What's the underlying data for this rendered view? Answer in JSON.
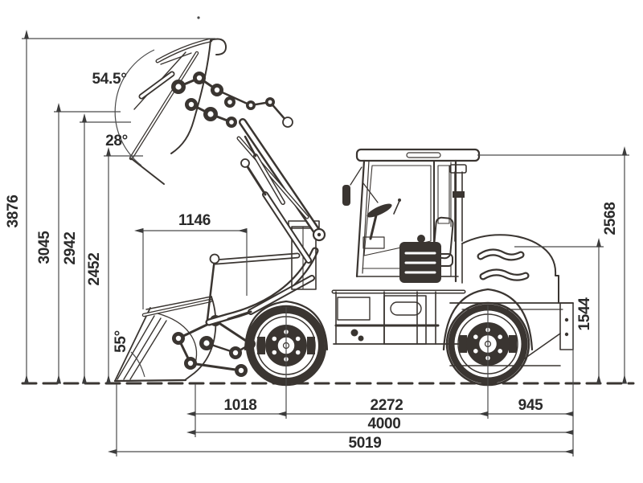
{
  "dims": {
    "left": [
      "3876",
      "3045",
      "2942",
      "2452"
    ],
    "right": [
      "2568",
      "1544"
    ],
    "reach": "1146",
    "bottom": [
      "1018",
      "2272",
      "945"
    ],
    "total1": "4000",
    "total2": "5019"
  },
  "angles": [
    "54.5°",
    "28°",
    "55°"
  ]
}
